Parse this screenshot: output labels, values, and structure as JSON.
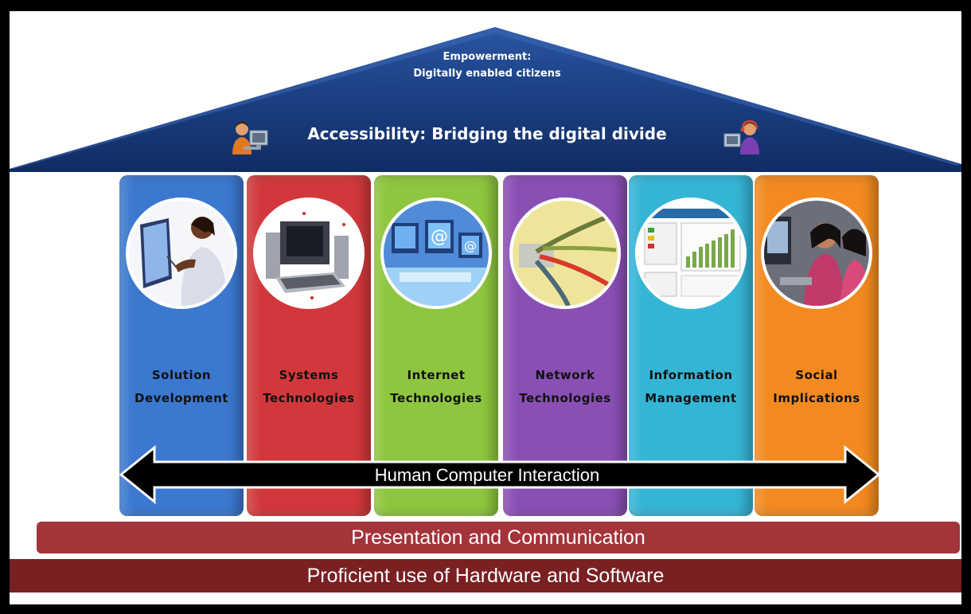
{
  "roof": {
    "top_line1": "Empowerment:",
    "top_line2": "Digitally enabled citizens",
    "accessibility": "Accessibility: Bridging the digital divide",
    "color": "#16397a",
    "left_icon": "person-at-computer-icon",
    "right_icon": "person-with-headset-icon"
  },
  "pillars": [
    {
      "line1": "Solution",
      "line2": "Development",
      "color": "#3b78cf",
      "photo": "woman-at-touchscreen-photo"
    },
    {
      "line1": "Systems",
      "line2": "Technologies",
      "color": "#d2383b",
      "photo": "desktop-computer-photo"
    },
    {
      "line1": "Internet",
      "line2": "Technologies",
      "color": "#8ec63f",
      "photo": "at-sign-monitors-photo"
    },
    {
      "line1": "Network",
      "line2": "Technologies",
      "color": "#8a4fb5",
      "photo": "network-cables-photo"
    },
    {
      "line1": "Information",
      "line2": "Management",
      "color": "#35b5d6",
      "photo": "dashboard-chart-photo"
    },
    {
      "line1": "Social",
      "line2": "Implications",
      "color": "#f28a20",
      "photo": "students-at-computers-photo"
    }
  ],
  "arrow": {
    "label": "Human Computer Interaction"
  },
  "bands": {
    "presentation": "Presentation and Communication",
    "proficient": "Proficient use of Hardware and Software"
  }
}
